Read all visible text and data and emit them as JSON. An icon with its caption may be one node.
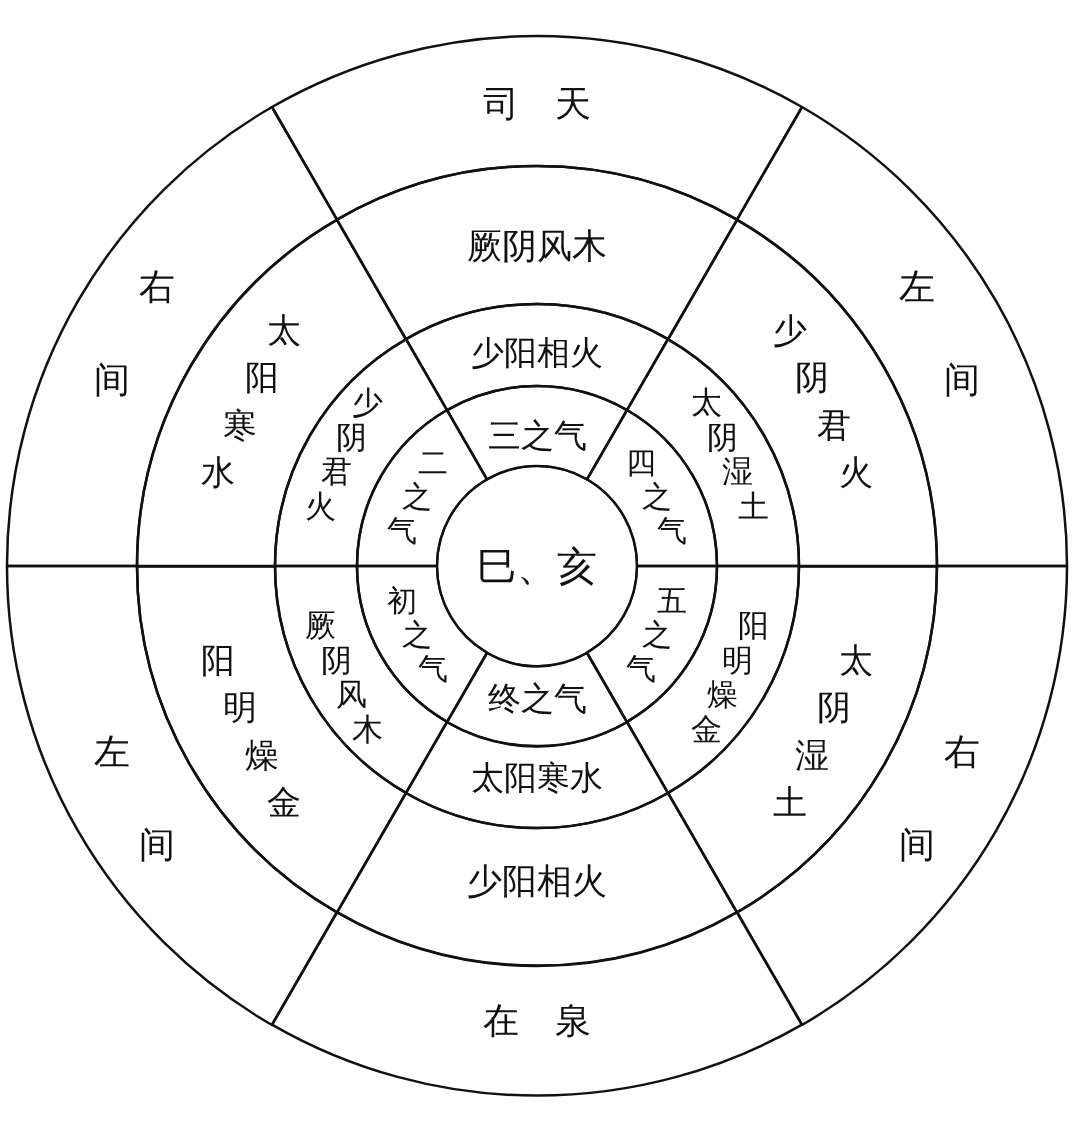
{
  "diagram": {
    "nodes": [
      {
        "text": [
          "司天"
        ]
      },
      {
        "text": [
          "左间"
        ]
      },
      {
        "text": [
          "右间"
        ]
      },
      {
        "text": [
          "在泉"
        ]
      },
      {
        "text": [
          "左间"
        ]
      },
      {
        "text": [
          "右间"
        ]
      },
      {
        "text": [
          "厥阴风木"
        ]
      },
      {
        "text": [
          "少阴君火"
        ]
      },
      {
        "text": [
          "太阴湿土"
        ]
      },
      {
        "text": [
          "少阳相火"
        ]
      },
      {
        "text": [
          "阳明燥金"
        ]
      },
      {
        "text": [
          "太阳寒水"
        ]
      },
      {
        "text": [
          "少阳相火"
        ]
      },
      {
        "text": [
          "太阴湿土"
        ]
      },
      {
        "text": [
          "阳明燥金"
        ]
      },
      {
        "text": [
          "太阳寒水"
        ]
      },
      {
        "text": [
          "厥阴风木"
        ]
      },
      {
        "text": [
          "少阴君火"
        ]
      },
      {
        "text": [
          "三之气"
        ]
      },
      {
        "text": [
          "四之气"
        ]
      },
      {
        "text": [
          "五之气"
        ]
      },
      {
        "text": [
          "终之气"
        ]
      },
      {
        "text": [
          "初之气"
        ]
      },
      {
        "text": [
          "二之气"
        ]
      },
      {
        "text": [
          "巳、亥"
        ]
      }
    ]
  }
}
